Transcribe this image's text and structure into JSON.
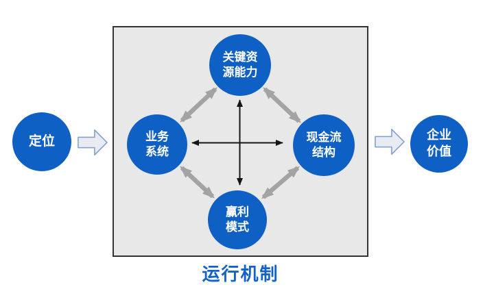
{
  "flow": {
    "positioning": {
      "lines": [
        "定位"
      ]
    },
    "enterprise_value": {
      "lines": [
        "企业",
        "价值"
      ]
    }
  },
  "mechanism": {
    "caption": "运行机制",
    "nodes": {
      "key_resources": {
        "lines": [
          "关键资",
          "源能力"
        ]
      },
      "business_system": {
        "lines": [
          "业务",
          "系统"
        ]
      },
      "cash_flow_structure": {
        "lines": [
          "现金流",
          "结构"
        ]
      },
      "profit_model": {
        "lines": [
          "赢利",
          "模式"
        ]
      }
    }
  },
  "colors": {
    "node_blue": "#0E60C4",
    "caption_blue": "#1262C8",
    "box_bg": "#E8E8E8",
    "box_border": "#333333",
    "gray_arrow": "#A3A3A3",
    "black_arrow": "#161616",
    "block_arrow_fill": "#E9EBF2",
    "block_arrow_stroke": "#7E9BD4"
  }
}
